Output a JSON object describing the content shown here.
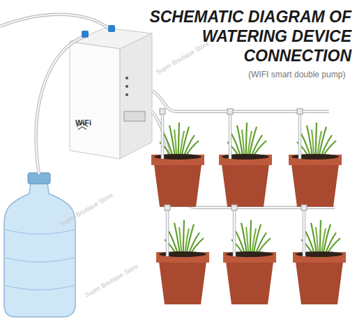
{
  "diagram": {
    "title": "SCHEMATIC DIAGRAM OF WATERING DEVICE CONNECTION",
    "nodes": [
      {
        "text": [
          "WiFi"
        ]
      }
    ],
    "labels": [
      "(WIFI smart double pump)",
      "Super Boutique Store",
      "Super Boutique Store",
      "Super Boutique Store"
    ]
  }
}
